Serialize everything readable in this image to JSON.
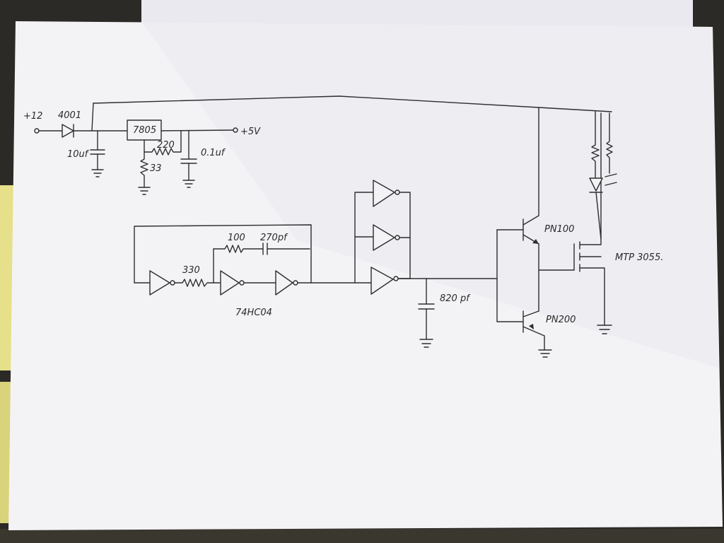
{
  "labels": {
    "supply_in": "+12",
    "diode": "4001",
    "cap_input": "10uf",
    "regulator": "7805",
    "res_reg_top": "220",
    "res_reg_bottom": "33",
    "cap_output": "0.1uf",
    "supply_out": "+5V",
    "res_feedback": "100",
    "cap_feedback": "270pf",
    "res_input": "330",
    "ic": "74HC04",
    "cap_timing": "820 pf",
    "npn_transistor": "PN100",
    "pnp_transistor": "PN200",
    "mosfet": "MTP 3055."
  },
  "colors": {
    "paper": "#f3f3f6",
    "ink": "#2e2e2e",
    "background": "#2b2a26",
    "note": "#e6e08a"
  }
}
